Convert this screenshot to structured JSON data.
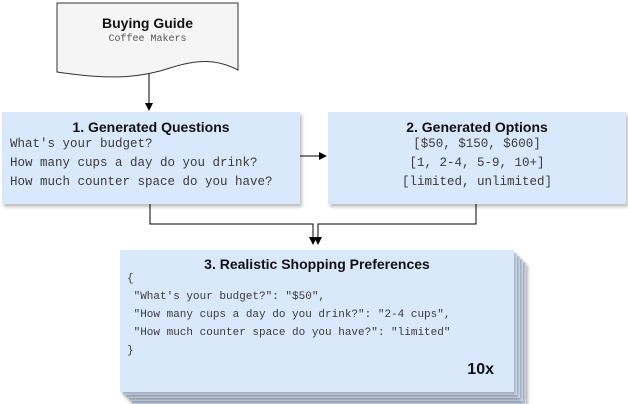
{
  "guide": {
    "title": "Buying Guide",
    "subtitle": "Coffee Makers"
  },
  "questions": {
    "title": "1. Generated Questions",
    "items": [
      "What's your budget?",
      "How many cups a day do you drink?",
      "How much counter space do you have?"
    ]
  },
  "options": {
    "title": "2. Generated Options",
    "items": [
      "[$50, $150, $600]",
      "[1, 2-4, 5-9, 10+]",
      "[limited, unlimited]"
    ]
  },
  "preferences": {
    "title": "3. Realistic Shopping Preferences",
    "lines": [
      "{",
      " \"What's your budget?\": \"$50\",",
      " \"How many cups a day do you drink?\": \"2-4 cups\",",
      " \"How much counter space do you have?\": \"limited\"",
      "}"
    ],
    "multiplier": "10x"
  },
  "colors": {
    "box_fill": "#dae8fc",
    "doc_fill": "#f5f5f5",
    "stroke": "#000000"
  }
}
